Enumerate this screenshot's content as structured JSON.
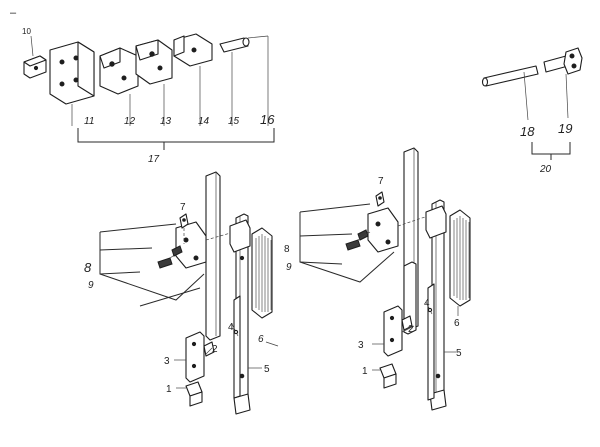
{
  "labels": {
    "dash": "–",
    "p10": "10",
    "p11": "11",
    "p12": "12",
    "p13": "13",
    "p14": "14",
    "p15": "15",
    "p16": "16",
    "p17": "17",
    "p18": "18",
    "p19": "19",
    "p20": "20",
    "l1": "1",
    "l2": "2",
    "l3": "3",
    "l4": "4",
    "l5": "5",
    "l6": "6",
    "l7": "7",
    "l8": "8",
    "l9": "9",
    "r1": "1",
    "r2": "2",
    "r3": "3",
    "r4": "4",
    "r5": "5",
    "r6": "6",
    "r7": "7",
    "r8": "8",
    "r9": "9"
  }
}
